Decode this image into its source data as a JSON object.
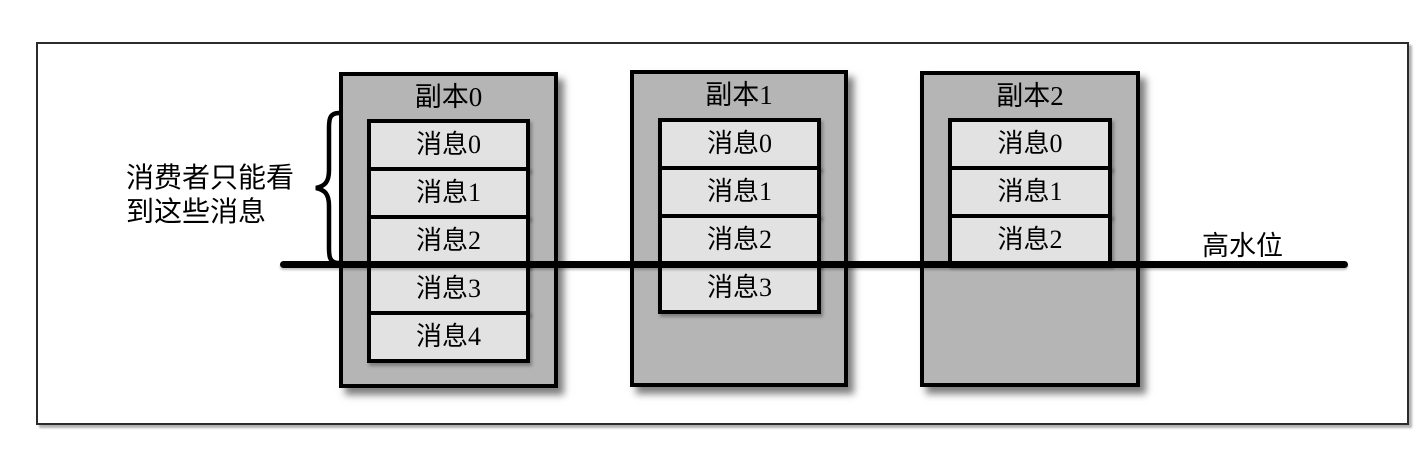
{
  "diagram": {
    "annotation": {
      "line1": "消费者只能看",
      "line2": "到这些消息"
    },
    "high_watermark_label": "高水位",
    "replicas": [
      {
        "title": "副本0",
        "messages": [
          "消息0",
          "消息1",
          "消息2",
          "消息3",
          "消息4"
        ]
      },
      {
        "title": "副本1",
        "messages": [
          "消息0",
          "消息1",
          "消息2",
          "消息3"
        ]
      },
      {
        "title": "副本2",
        "messages": [
          "消息0",
          "消息1",
          "消息2"
        ]
      }
    ],
    "colors": {
      "replica_fill": "#b5b5b5",
      "message_fill": "#e2e2e2",
      "border": "#000000",
      "watermark_line": "#000000",
      "frame_border": "#2b2b2b"
    }
  }
}
